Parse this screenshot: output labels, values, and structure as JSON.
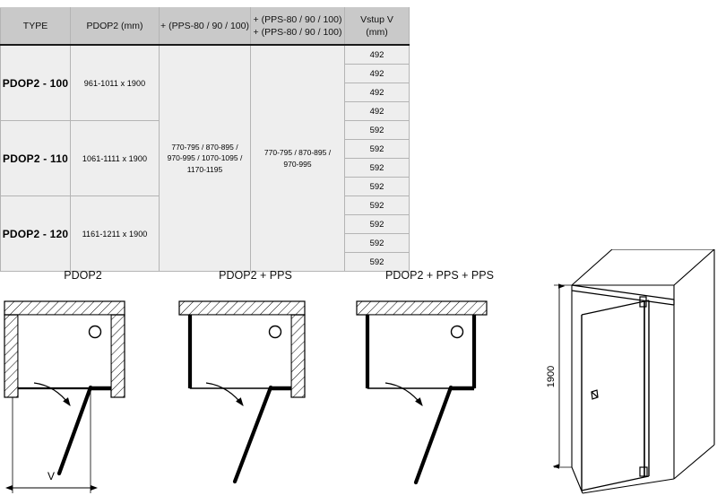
{
  "table": {
    "headers": [
      {
        "line1": "TYPE",
        "line2": ""
      },
      {
        "line1": "PDOP2  (mm)",
        "line2": ""
      },
      {
        "line1": "+ (PPS-80 / 90 / 100)",
        "line2": ""
      },
      {
        "line1": "+ (PPS-80 / 90 / 100)",
        "line2": "+ (PPS-80 / 90 / 100)"
      },
      {
        "line1": "Vstup V",
        "line2": "(mm)"
      }
    ],
    "groups": [
      {
        "type": "PDOP2 - 100",
        "pdop2_dim": "961-1011 x 1900",
        "vstup": [
          "492",
          "492",
          "492",
          "492"
        ]
      },
      {
        "type": "PDOP2 - 110",
        "pdop2_dim": "1061-1111 x 1900",
        "vstup": [
          "592",
          "592",
          "592",
          "592"
        ]
      },
      {
        "type": "PDOP2 - 120",
        "pdop2_dim": "1161-1211 x 1900",
        "vstup": [
          "592",
          "592",
          "592",
          "592"
        ]
      }
    ],
    "pps_single": "770-795 / 870-895 / 970-995 / 1070-1095 / 1170-1195",
    "pps_single_lines": [
      "770-795 / 870-895 /",
      "970-995 / 1070-1095 /",
      "1170-1195"
    ],
    "pps_double_lines": [
      "770-795 / 870-895 /",
      "970-995"
    ]
  },
  "diagrams": [
    {
      "title": "PDOP2",
      "dimension_label": "V"
    },
    {
      "title": "PDOP2 + PPS",
      "dimension_label": ""
    },
    {
      "title": "PDOP2 + PPS + PPS",
      "dimension_label": ""
    }
  ],
  "iso": {
    "height_label": "1900"
  },
  "colors": {
    "header_bg": "#c9c9c9",
    "cell_bg": "#eeeeee",
    "grid_line": "#b4b4b4",
    "group_line": "#4a4a4a",
    "ink": "#000000"
  }
}
